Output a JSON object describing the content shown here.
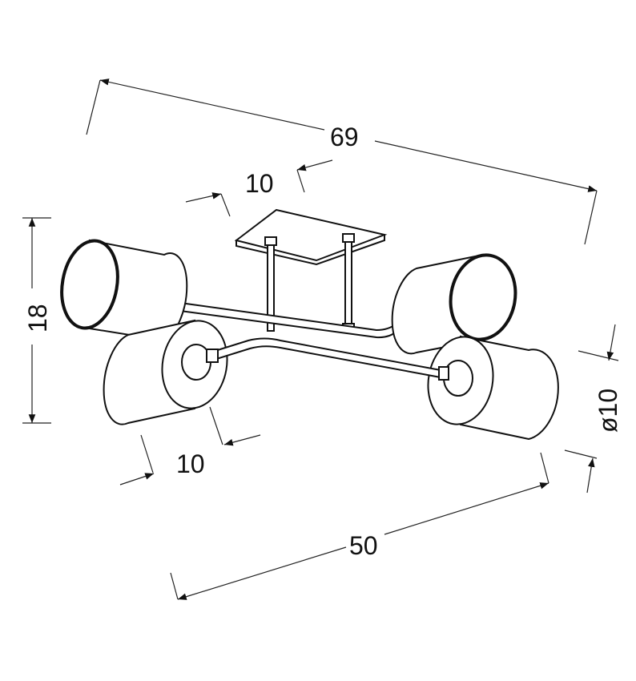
{
  "title": "Ceiling lamp dimension drawing",
  "dimensions": {
    "overall_width": "69",
    "canopy_width": "10",
    "height": "18",
    "shade_length": "10",
    "arm_span": "50",
    "shade_diameter": "ø10"
  },
  "colors": {
    "line": "#111111",
    "background": "#ffffff"
  }
}
